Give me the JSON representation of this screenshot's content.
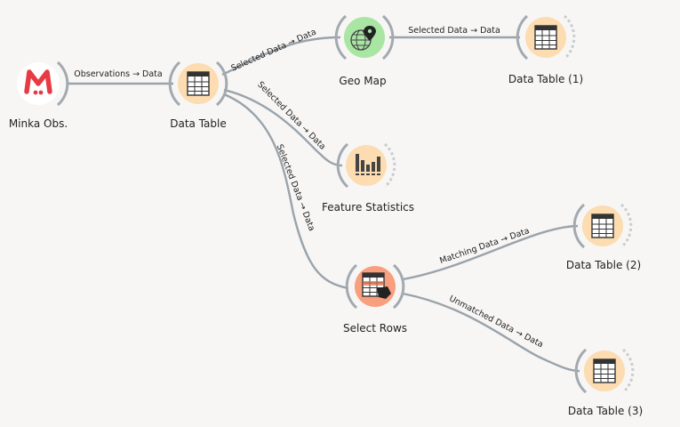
{
  "nodes": {
    "minka": {
      "label": "Minka Obs."
    },
    "data_table": {
      "label": "Data Table"
    },
    "geo_map": {
      "label": "Geo Map"
    },
    "data_table_1": {
      "label": "Data Table (1)"
    },
    "feature_statistics": {
      "label": "Feature Statistics"
    },
    "select_rows": {
      "label": "Select Rows"
    },
    "data_table_2": {
      "label": "Data Table (2)"
    },
    "data_table_3": {
      "label": "Data Table (3)"
    }
  },
  "links": {
    "minka_to_table": "Observations → Data",
    "table_to_geomap": "Selected Data → Data",
    "geomap_to_table1": "Selected Data → Data",
    "table_to_featstats": "Selected Data → Data",
    "table_to_selectrows": "Selected Data → Data",
    "selectrows_to_table2": "Matching Data → Data",
    "selectrows_to_table3": "Unmatched Data → Data"
  },
  "colors": {
    "minka_brand": "#e83a43",
    "table_node": "#fcdcb0",
    "geo_node": "#a9e5a3",
    "select_rows_node": "#f8a07e",
    "link": "#9aa3ab"
  },
  "icons": {
    "minka": "minka-logo-icon",
    "data_table": "table-grid-icon",
    "geo_map": "globe-pin-icon",
    "feature_statistics": "bar-chart-icon",
    "select_rows": "table-hand-icon"
  }
}
